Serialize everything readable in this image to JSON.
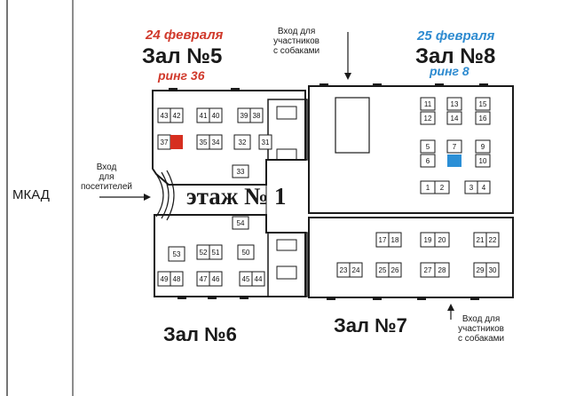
{
  "dates": {
    "hall5": "24 февраля",
    "hall8": "25 февраля"
  },
  "halls": {
    "hall5": "Зал №5",
    "hall6": "Зал №6",
    "hall7": "Зал №7",
    "hall8": "Зал №8"
  },
  "rings": {
    "hall5": "ринг 36",
    "hall8": "ринг 8"
  },
  "floor_label": "этаж № 1",
  "road_label": "МКАД",
  "entrances": {
    "dogs_top": "Вход для\nучастников\nс собаками",
    "visitors": "Вход\nдля\nпосетителей",
    "dogs_bottom": "Вход для\nучастников\nс собаками"
  },
  "booths": [
    {
      "id": "43"
    },
    {
      "id": "42"
    },
    {
      "id": "41"
    },
    {
      "id": "40"
    },
    {
      "id": "39"
    },
    {
      "id": "38"
    },
    {
      "id": "37"
    },
    {
      "id": "35"
    },
    {
      "id": "34"
    },
    {
      "id": "32"
    },
    {
      "id": "31"
    },
    {
      "id": "33"
    },
    {
      "id": "54"
    },
    {
      "id": "53"
    },
    {
      "id": "52"
    },
    {
      "id": "51"
    },
    {
      "id": "50"
    },
    {
      "id": "49"
    },
    {
      "id": "48"
    },
    {
      "id": "47"
    },
    {
      "id": "46"
    },
    {
      "id": "45"
    },
    {
      "id": "44"
    },
    {
      "id": "11"
    },
    {
      "id": "12"
    },
    {
      "id": "13"
    },
    {
      "id": "14"
    },
    {
      "id": "15"
    },
    {
      "id": "16"
    },
    {
      "id": "5"
    },
    {
      "id": "6"
    },
    {
      "id": "7"
    },
    {
      "id": "9"
    },
    {
      "id": "10"
    },
    {
      "id": "1"
    },
    {
      "id": "2"
    },
    {
      "id": "3"
    },
    {
      "id": "4"
    },
    {
      "id": "17"
    },
    {
      "id": "18"
    },
    {
      "id": "19"
    },
    {
      "id": "20"
    },
    {
      "id": "21"
    },
    {
      "id": "22"
    },
    {
      "id": "23"
    },
    {
      "id": "24"
    },
    {
      "id": "25"
    },
    {
      "id": "26"
    },
    {
      "id": "27"
    },
    {
      "id": "28"
    },
    {
      "id": "29"
    },
    {
      "id": "30"
    }
  ],
  "highlights": [
    {
      "booth": "36",
      "color": "#d62e1f"
    },
    {
      "booth": "8",
      "color": "#2b8fd6"
    }
  ],
  "colors": {
    "hall5_accent": "#d0392b",
    "hall8_accent": "#2e8bd0",
    "ink": "#1a1a1a"
  }
}
